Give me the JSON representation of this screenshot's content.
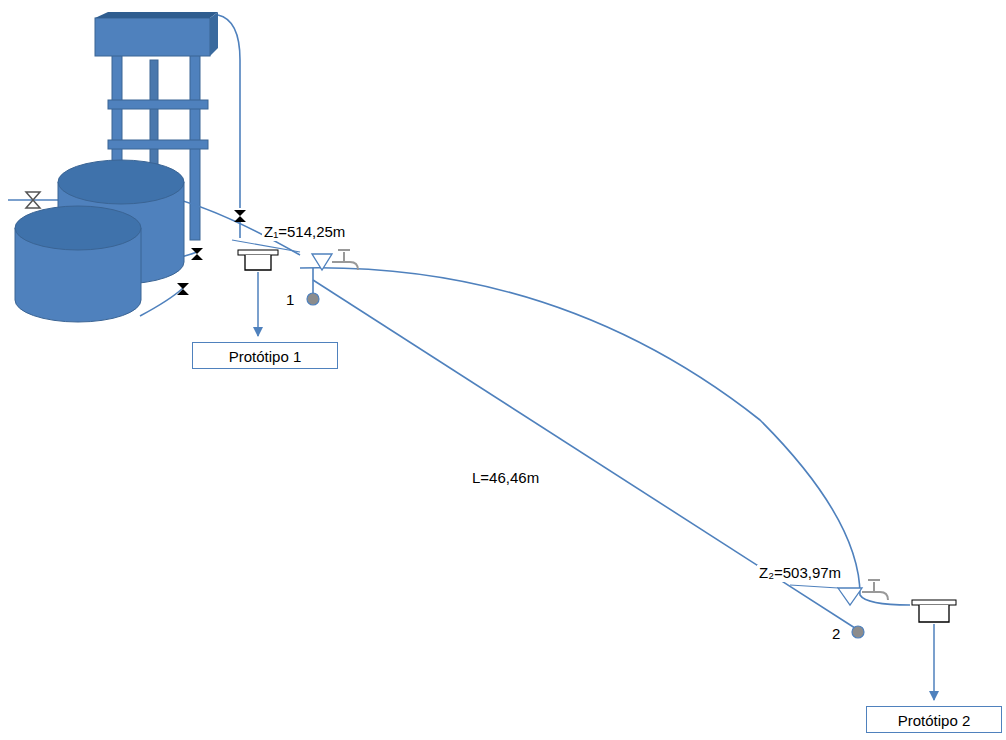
{
  "diagram": {
    "nodes": [
      {
        "text": [
          "Protótipo 1"
        ]
      },
      {
        "text": [
          "Protótipo 2"
        ]
      }
    ],
    "labels": [
      "Z₁=514,25m",
      "1",
      "L=46,46m",
      "Z₂=503,97m",
      "2"
    ]
  }
}
